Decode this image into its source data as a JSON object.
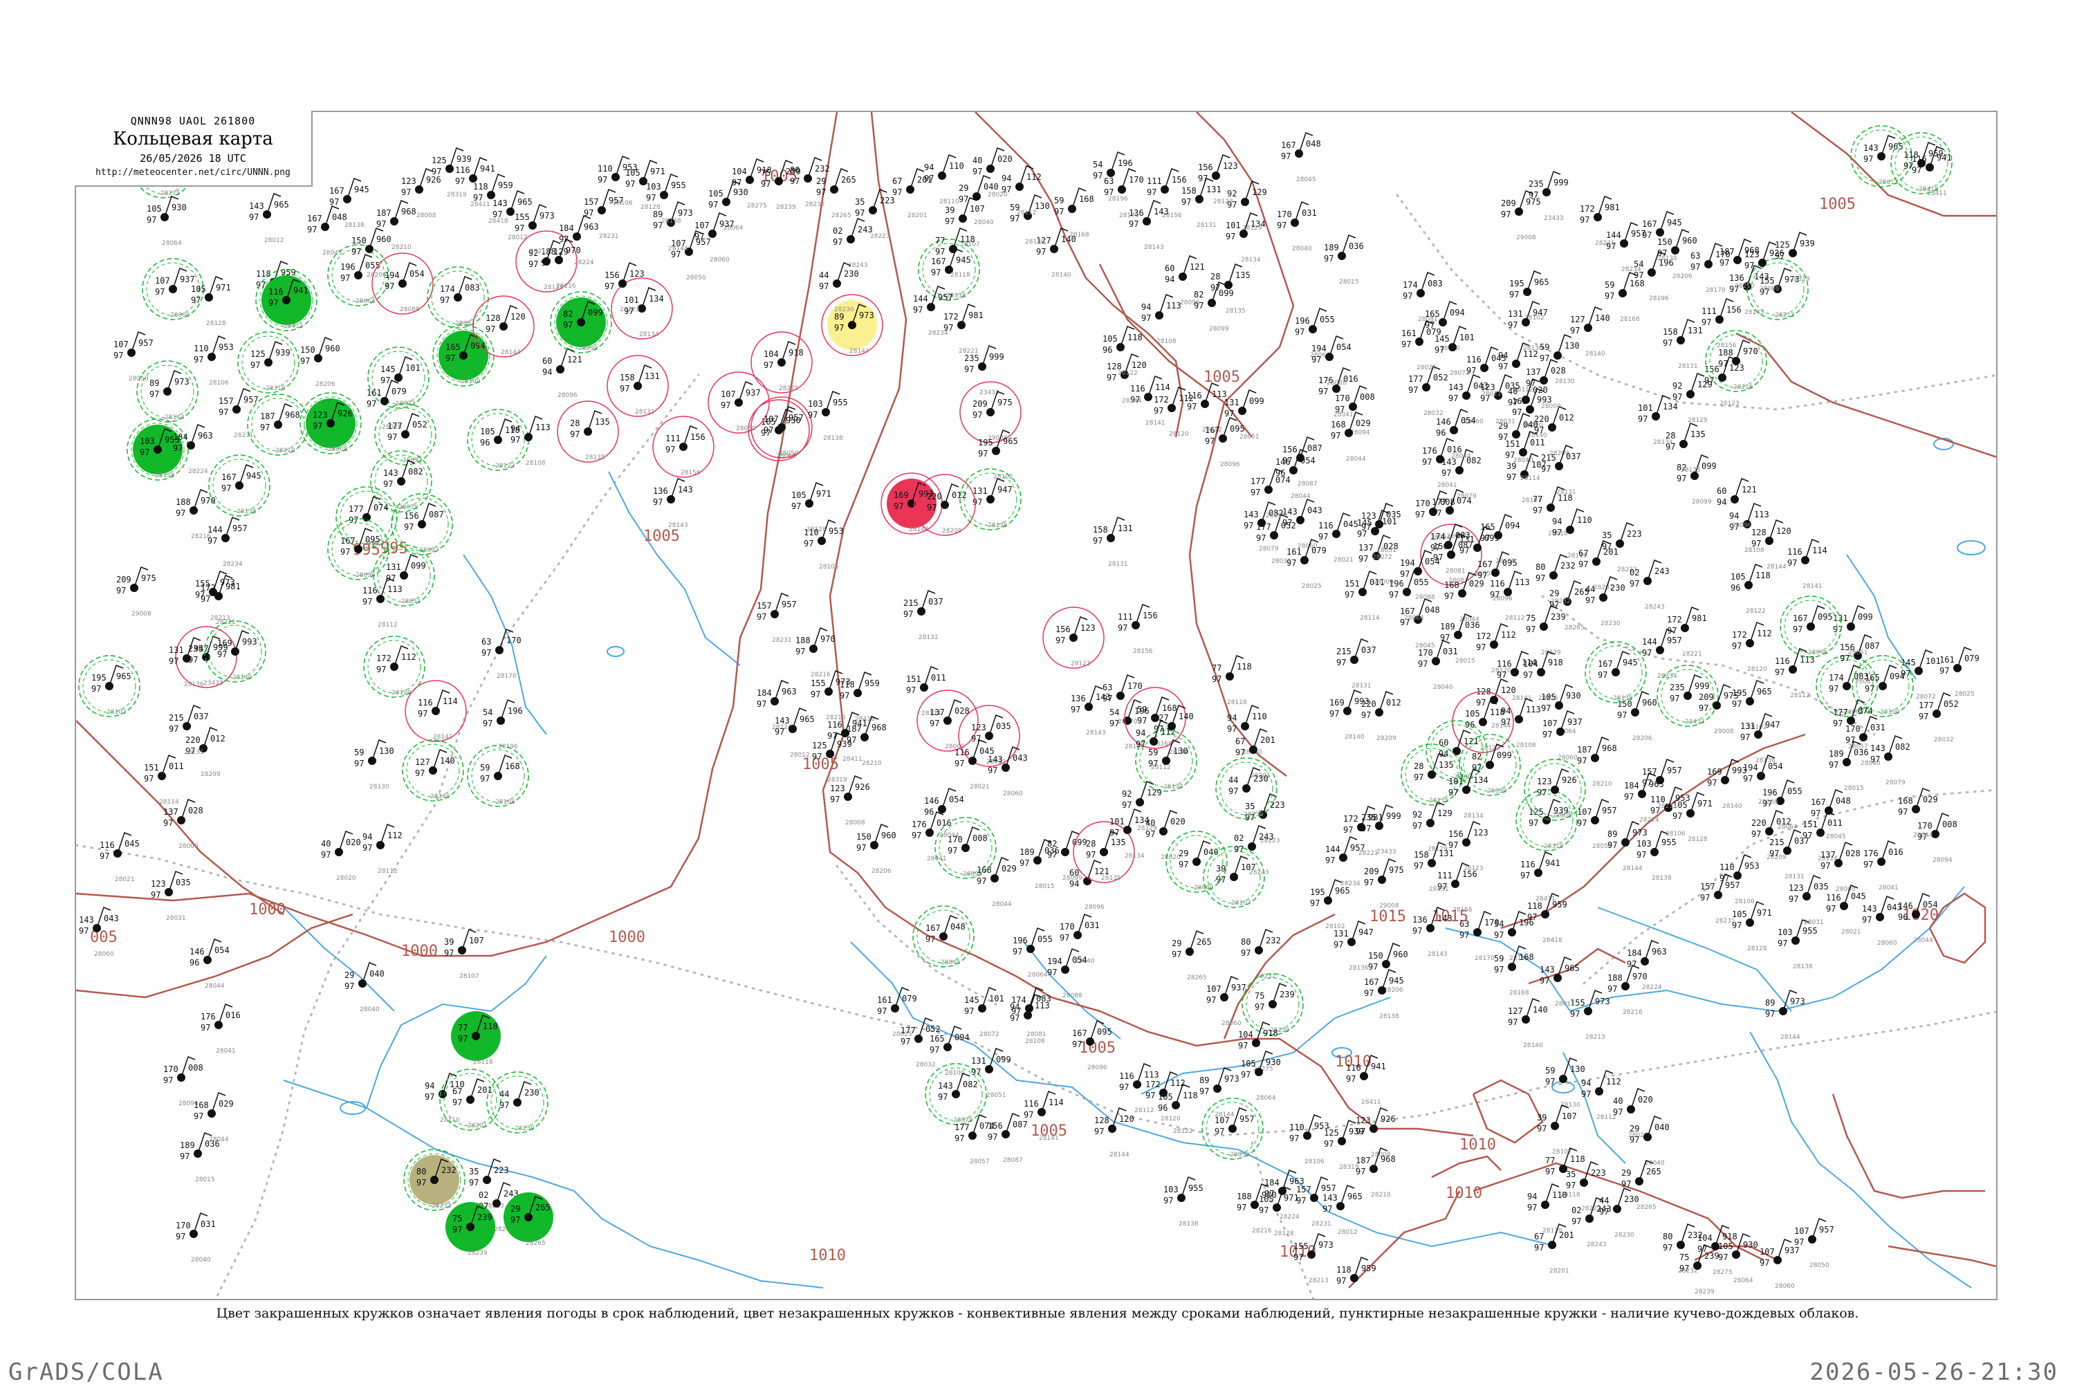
{
  "header": {
    "code": "QNNN98  UAOL  261800",
    "title": "Кольцевая карта",
    "date": "26/05/2026 18 UTC",
    "url": "http://meteocenter.net/circ/UNNN.png"
  },
  "caption": "Цвет закрашенных кружков означает явления погоды в срок наблюдений, цвет незакрашенных кружков - конвективные явления между сроками наблюдений, пунктирные незакрашенные кружки - наличие кучево-дождевых облаков.",
  "footer": {
    "left": "GrADS/COLA",
    "right": "2026-05-26-21:30"
  },
  "colors": {
    "green": "#10b82a",
    "red": "#ea3456",
    "yellow": "#fbf08f",
    "olive": "#b7b27d",
    "isobar": "#b5574d",
    "river": "#4aa8e4",
    "border": "#b7b7b7"
  },
  "isobar_labels": [
    "1005",
    "1005",
    "1005",
    "1005",
    "1000",
    "1000",
    "1000",
    "1005",
    "1005",
    "1010",
    "1010",
    "1010",
    "1010",
    "1010",
    "1015",
    "1015",
    "1020",
    "1005",
    "995",
    "995",
    "005"
  ],
  "stations": [
    {
      "id": "28275",
      "p": "918",
      "t": "104",
      "td": "97"
    },
    {
      "id": "28064",
      "p": "930",
      "t": "105",
      "td": "97"
    },
    {
      "id": "28060",
      "p": "937",
      "t": "107",
      "td": "97"
    },
    {
      "id": "28050",
      "p": "957",
      "t": "107",
      "td": "97"
    },
    {
      "id": "28144",
      "p": "973",
      "t": "89",
      "td": "97"
    },
    {
      "id": "28138",
      "p": "955",
      "t": "103",
      "td": "97"
    },
    {
      "id": "28128",
      "p": "971",
      "t": "105",
      "td": "97"
    },
    {
      "id": "28106",
      "p": "953",
      "t": "110",
      "td": "97"
    },
    {
      "id": "28231",
      "p": "957",
      "t": "157",
      "td": "97"
    },
    {
      "id": "28224",
      "p": "963",
      "t": "184",
      "td": "97"
    },
    {
      "id": "28216",
      "p": "970",
      "t": "188",
      "td": "97"
    },
    {
      "id": "28213",
      "p": "973",
      "t": "155",
      "td": "97"
    },
    {
      "id": "28012",
      "p": "965",
      "t": "143",
      "td": "97"
    },
    {
      "id": "28418",
      "p": "959",
      "t": "118",
      "td": "97"
    },
    {
      "id": "28411",
      "p": "941",
      "t": "116",
      "td": "97"
    },
    {
      "id": "28319",
      "p": "939",
      "t": "125",
      "td": "97"
    },
    {
      "id": "28008",
      "p": "926",
      "t": "123",
      "td": "97"
    },
    {
      "id": "28210",
      "p": "968",
      "t": "187",
      "td": "97"
    },
    {
      "id": "28206",
      "p": "960",
      "t": "150",
      "td": "97"
    },
    {
      "id": "28138",
      "p": "945",
      "t": "167",
      "td": "97"
    },
    {
      "id": "28234",
      "p": "957",
      "t": "144",
      "td": "97"
    },
    {
      "id": "28221",
      "p": "981",
      "t": "172",
      "td": "97"
    },
    {
      "id": "23433",
      "p": "999",
      "t": "235",
      "td": "97"
    },
    {
      "id": "29008",
      "p": "975",
      "t": "209",
      "td": "97"
    },
    {
      "id": "28102",
      "p": "965",
      "t": "195",
      "td": "97"
    },
    {
      "id": "28136",
      "p": "947",
      "t": "131",
      "td": "97"
    },
    {
      "id": "28140",
      "p": "993",
      "t": "169",
      "td": "97"
    },
    {
      "id": "28209",
      "p": "012",
      "t": "220",
      "td": "97"
    },
    {
      "id": "28131",
      "p": "037",
      "t": "215",
      "td": "97"
    },
    {
      "id": "28114",
      "p": "011",
      "t": "151",
      "td": "97"
    },
    {
      "id": "28000",
      "p": "028",
      "t": "137",
      "td": "97"
    },
    {
      "id": "28031",
      "p": "035",
      "t": "123",
      "td": "97"
    },
    {
      "id": "28021",
      "p": "045",
      "t": "116",
      "td": "97"
    },
    {
      "id": "28060",
      "p": "043",
      "t": "143",
      "td": "97"
    },
    {
      "id": "28044",
      "p": "054",
      "t": "146",
      "td": "96"
    },
    {
      "id": "28041",
      "p": "016",
      "t": "176",
      "td": "97"
    },
    {
      "id": "28094",
      "p": "008",
      "t": "170",
      "td": "97"
    },
    {
      "id": "28044",
      "p": "029",
      "t": "168",
      "td": "97"
    },
    {
      "id": "28015",
      "p": "036",
      "t": "189",
      "td": "97"
    },
    {
      "id": "28040",
      "p": "031",
      "t": "170",
      "td": "97"
    },
    {
      "id": "28045",
      "p": "048",
      "t": "167",
      "td": "97"
    },
    {
      "id": "28064",
      "p": "055",
      "t": "196",
      "td": "97"
    },
    {
      "id": "28088",
      "p": "054",
      "t": "194",
      "td": "97"
    },
    {
      "id": "28081",
      "p": "083",
      "t": "174",
      "td": "97"
    },
    {
      "id": "28100",
      "p": "094",
      "t": "165",
      "td": "97"
    },
    {
      "id": "28072",
      "p": "101",
      "t": "145",
      "td": "97"
    },
    {
      "id": "28025",
      "p": "079",
      "t": "161",
      "td": "97"
    },
    {
      "id": "28032",
      "p": "052",
      "t": "177",
      "td": "97"
    },
    {
      "id": "28079",
      "p": "082",
      "t": "143",
      "td": "97"
    },
    {
      "id": "28057",
      "p": "074",
      "t": "177",
      "td": "97"
    },
    {
      "id": "28087",
      "p": "087",
      "t": "156",
      "td": "97"
    },
    {
      "id": "28051",
      "p": "099",
      "t": "131",
      "td": "97"
    },
    {
      "id": "28096",
      "p": "095",
      "t": "167",
      "td": "97"
    },
    {
      "id": "28112",
      "p": "113",
      "t": "116",
      "td": "97"
    },
    {
      "id": "28120",
      "p": "112",
      "t": "172",
      "td": "97"
    },
    {
      "id": "28141",
      "p": "114",
      "t": "116",
      "td": "97"
    },
    {
      "id": "28144",
      "p": "120",
      "t": "128",
      "td": "97"
    },
    {
      "id": "28122",
      "p": "118",
      "t": "105",
      "td": "96"
    },
    {
      "id": "28108",
      "p": "113",
      "t": "94",
      "td": "97"
    },
    {
      "id": "28096",
      "p": "121",
      "t": "60",
      "td": "94"
    },
    {
      "id": "28099",
      "p": "099",
      "t": "82",
      "td": "97"
    },
    {
      "id": "28135",
      "p": "135",
      "t": "28",
      "td": "97"
    },
    {
      "id": "28134",
      "p": "134",
      "t": "101",
      "td": "97"
    },
    {
      "id": "28129",
      "p": "129",
      "t": "92",
      "td": "97"
    },
    {
      "id": "28123",
      "p": "123",
      "t": "156",
      "td": "97"
    },
    {
      "id": "28131",
      "p": "131",
      "t": "158",
      "td": "97"
    },
    {
      "id": "28156",
      "p": "156",
      "t": "111",
      "td": "97"
    },
    {
      "id": "28143",
      "p": "143",
      "t": "136",
      "td": "97"
    },
    {
      "id": "28170",
      "p": "170",
      "t": "63",
      "td": "97"
    },
    {
      "id": "28196",
      "p": "196",
      "t": "54",
      "td": "97"
    },
    {
      "id": "28168",
      "p": "168",
      "t": "59",
      "td": "97"
    },
    {
      "id": "28140",
      "p": "140",
      "t": "127",
      "td": "97"
    },
    {
      "id": "28130",
      "p": "130",
      "t": "59",
      "td": "97"
    },
    {
      "id": "28112",
      "p": "112",
      "t": "94",
      "td": "97"
    },
    {
      "id": "28020",
      "p": "020",
      "t": "40",
      "td": "97"
    },
    {
      "id": "28040",
      "p": "040",
      "t": "29",
      "td": "97"
    },
    {
      "id": "28107",
      "p": "107",
      "t": "39",
      "td": "97"
    },
    {
      "id": "28118",
      "p": "118",
      "t": "77",
      "td": "97"
    },
    {
      "id": "28110",
      "p": "110",
      "t": "94",
      "td": "97"
    },
    {
      "id": "28201",
      "p": "201",
      "t": "67",
      "td": "97"
    },
    {
      "id": "28223",
      "p": "223",
      "t": "35",
      "td": "97"
    },
    {
      "id": "28243",
      "p": "243",
      "t": "02",
      "td": "97"
    },
    {
      "id": "28230",
      "p": "230",
      "t": "44",
      "td": "97"
    },
    {
      "id": "28265",
      "p": "265",
      "t": "29",
      "td": "97"
    },
    {
      "id": "28232",
      "p": "232",
      "t": "80",
      "td": "97"
    },
    {
      "id": "28239",
      "p": "239",
      "t": "75",
      "td": "97"
    }
  ]
}
